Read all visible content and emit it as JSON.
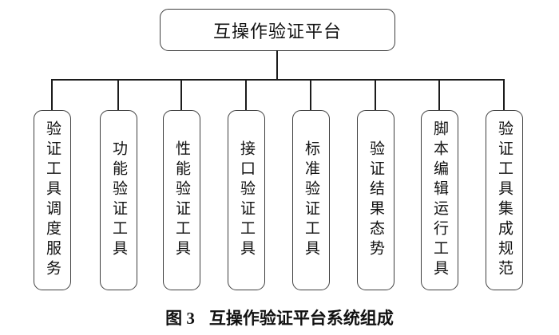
{
  "diagram": {
    "root": {
      "label": "互操作验证平台"
    },
    "children": [
      {
        "label": "验证工具调度服务"
      },
      {
        "label": "功能验证工具"
      },
      {
        "label": "性能验证工具"
      },
      {
        "label": "接口验证工具"
      },
      {
        "label": "标准验证工具"
      },
      {
        "label": "验证结果态势"
      },
      {
        "label": "脚本编辑运行工具"
      },
      {
        "label": "验证工具集成规范"
      }
    ],
    "caption": {
      "figure_label": "图 3",
      "title": "互操作验证平台系统组成"
    },
    "colors": {
      "background": "#ffffff",
      "line": "#1c1c1c",
      "box_border": "#3f3f3f",
      "text": "#111111"
    }
  }
}
